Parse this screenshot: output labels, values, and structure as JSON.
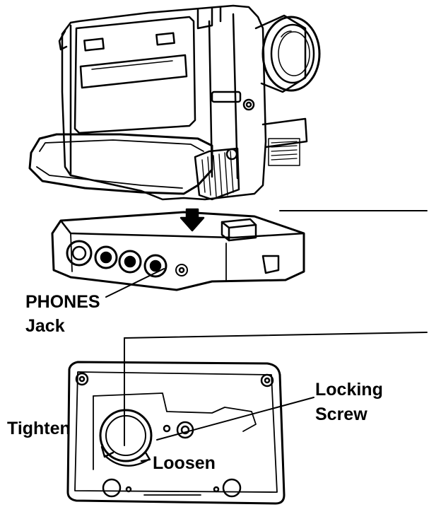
{
  "labels": {
    "phones_line1": "PHONES",
    "phones_line2": "Jack",
    "locking_line1": "Locking",
    "locking_line2": "Screw",
    "tighten": "Tighten",
    "loosen": "Loosen"
  },
  "parts": {
    "camcorder": "camcorder-body",
    "dock": "accessory-dock",
    "bottom_plate": "dock-bottom-plate"
  },
  "colors": {
    "ink": "#000000",
    "paper": "#ffffff"
  }
}
